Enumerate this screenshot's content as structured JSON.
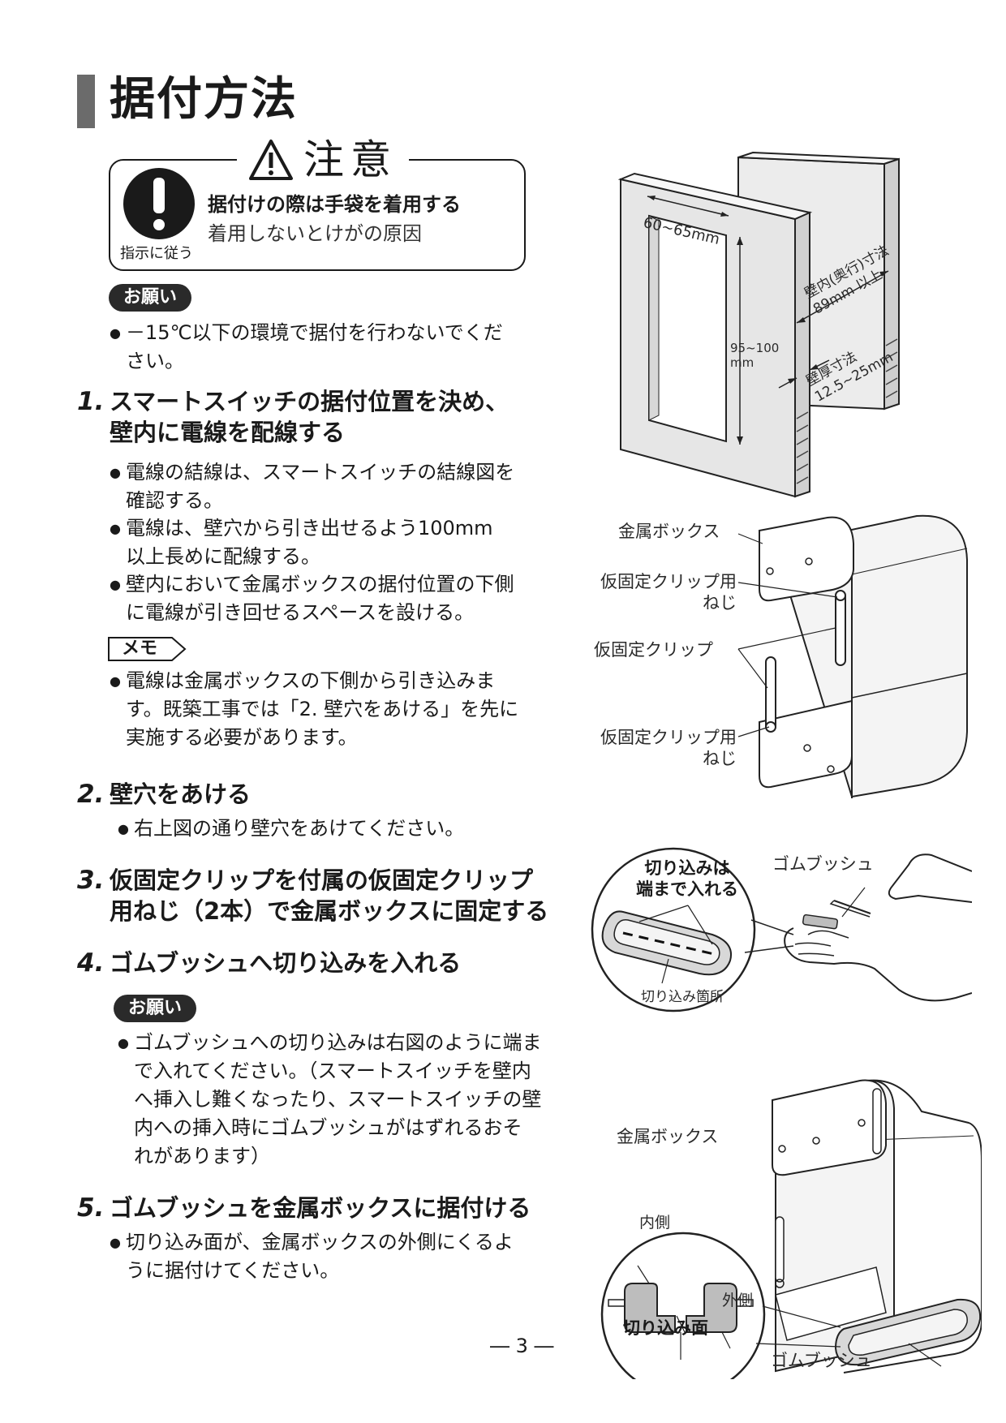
{
  "title": "据付方法",
  "caution": {
    "heading": "注意",
    "main": "据付けの際は手袋を着用する",
    "sub": "着用しないとけがの原因",
    "icon_label": "指示に従う"
  },
  "request_label": "お願い",
  "request1": {
    "line1": "－15℃以下の環境で据付を行わないでくだ",
    "line2": "さい。"
  },
  "step1": {
    "num": "1.",
    "line1": "スマートスイッチの据付位置を決め、",
    "line2": "壁内に電線を配線する",
    "bullets": [
      {
        "line1": "電線の結線は、スマートスイッチの結線図を",
        "line2": "確認する。"
      },
      {
        "line1": "電線は、壁穴から引き出せるよう100mm",
        "line2": "以上長めに配線する。"
      },
      {
        "line1": "壁内において金属ボックスの据付位置の下側",
        "line2": "に電線が引き回せるスペースを設ける。"
      }
    ]
  },
  "memo": {
    "label": "メモ",
    "line1": "電線は金属ボックスの下側から引き込みま",
    "line2": "す。既築工事では「2. 壁穴をあける」を先に",
    "line3": "実施する必要があります。"
  },
  "step2": {
    "num": "2.",
    "text": "壁穴をあける",
    "bullet": "右上図の通り壁穴をあけてください。"
  },
  "step3": {
    "num": "3.",
    "line1": "仮固定クリップを付属の仮固定クリップ",
    "line2": "用ねじ（2本）で金属ボックスに固定する"
  },
  "step4": {
    "num": "4.",
    "text": "ゴムブッシュへ切り込みを入れる",
    "request_label": "お願い",
    "lines": [
      "ゴムブッシュへの切り込みは右図のように端ま",
      "で入れてください。（スマートスイッチを壁内",
      "へ挿入し難くなったり、スマートスイッチの壁",
      "内への挿入時にゴムブッシュがはずれるおそ",
      "れがあります）"
    ]
  },
  "step5": {
    "num": "5.",
    "text": "ゴムブッシュを金属ボックスに据付ける",
    "line1": "切り込み面が、金属ボックスの外側にくるよ",
    "line2": "うに据付けてください。"
  },
  "page_number": "― 3 ―",
  "fig1": {
    "width_label": "60~65mm",
    "height_label_1": "95~100",
    "height_label_2": "mm",
    "depth_label_1": "壁内(奥行)寸法",
    "depth_label_2": "89mm 以上",
    "thickness_label_1": "壁厚寸法",
    "thickness_label_2": "12.5~25mm"
  },
  "fig2": {
    "metal_box": "金属ボックス",
    "clip_screw_top_1": "仮固定クリップ用",
    "clip_screw_top_2": "ねじ",
    "clip": "仮固定クリップ",
    "clip_screw_bottom_1": "仮固定クリップ用",
    "clip_screw_bottom_2": "ねじ"
  },
  "fig3": {
    "note_line1": "切り込みは",
    "note_line2": "端まで入れる",
    "rubber_bushing": "ゴムブッシュ",
    "cut_location": "切り込み箇所"
  },
  "fig4": {
    "metal_box": "金属ボックス",
    "inside": "内側",
    "outside": "外側",
    "cut_surface": "切り込み面",
    "rubber_bushing": "ゴムブッシュ"
  },
  "colors": {
    "text": "#1a1a1a",
    "title_bar": "#6b6b6b",
    "pill": "#2a2a2a",
    "panel_gray": "#e6e6e6",
    "bushing_gray": "#bdbdbd"
  }
}
